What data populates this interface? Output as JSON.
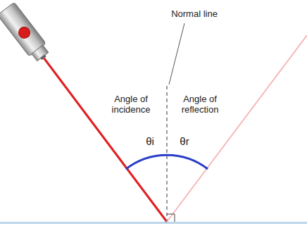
{
  "diagram": {
    "labels": [
      "Normal line",
      "Angle of incidence",
      "Angle of reflection",
      "θi",
      "θr"
    ]
  }
}
